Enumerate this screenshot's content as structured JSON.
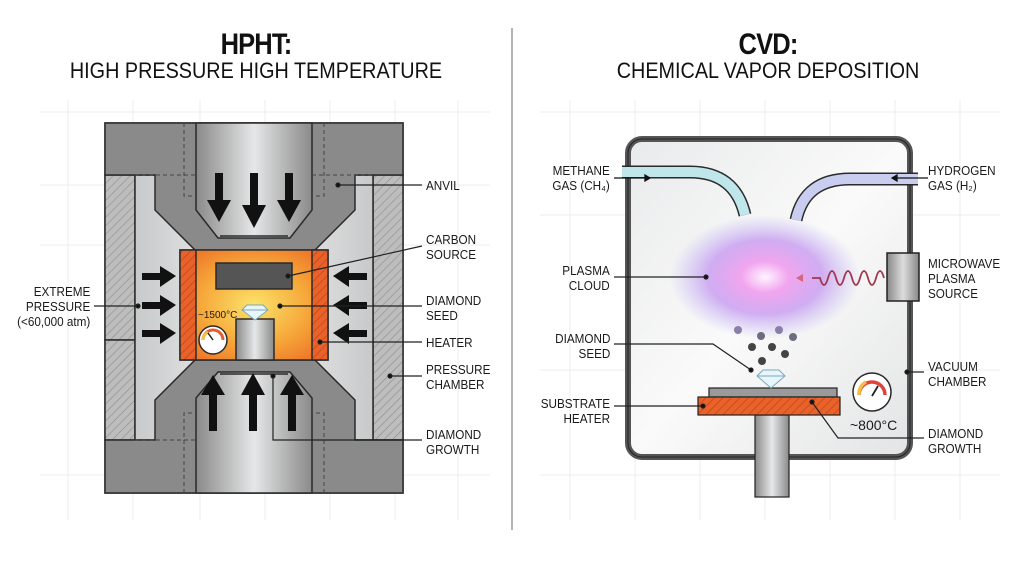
{
  "hpht": {
    "title": "HPHT:",
    "subtitle": "HIGH PRESSURE HIGH TEMPERATURE",
    "labels": {
      "anvil": [
        "ANVIL"
      ],
      "carbon_source": [
        "CARBON",
        "SOURCE"
      ],
      "diamond_seed": [
        "DIAMOND",
        "SEED"
      ],
      "heater": [
        "HEATER"
      ],
      "pressure_chamber": [
        "PRESSURE",
        "CHAMBER"
      ],
      "diamond_growth": [
        "DIAMOND",
        "GROWTH"
      ],
      "extreme_pressure": [
        "EXTREME",
        "PRESSURE",
        "(<60,000 atm)"
      ]
    },
    "temperature": "~1500°C"
  },
  "cvd": {
    "title": "CVD:",
    "subtitle": "CHEMICAL VAPOR DEPOSITION",
    "labels": {
      "methane": [
        "METHANE",
        "GAS (CH₄)"
      ],
      "hydrogen": [
        "HYDROGEN",
        "GAS (H₂)"
      ],
      "plasma_cloud": [
        "PLASMA",
        "CLOUD"
      ],
      "microwave": [
        "MICROWAVE",
        "PLASMA",
        "SOURCE"
      ],
      "diamond_seed": [
        "DIAMOND",
        "SEED"
      ],
      "vacuum_chamber": [
        "VACUUM",
        "CHAMBER"
      ],
      "substrate_heater": [
        "SUBSTRATE",
        "HEATER"
      ],
      "diamond_growth": [
        "DIAMOND",
        "GROWTH"
      ]
    },
    "temperature": "~800°C"
  },
  "colors": {
    "steel_dark": "#7a7a7a",
    "steel_light": "#d9dadb",
    "heater_orange": "#e8622a",
    "core_yellow": "#f8d24a",
    "plasma": "#d9a0f0",
    "methane_tube": "#bfe6ea",
    "hydrogen_tube": "#c9cdf0"
  }
}
